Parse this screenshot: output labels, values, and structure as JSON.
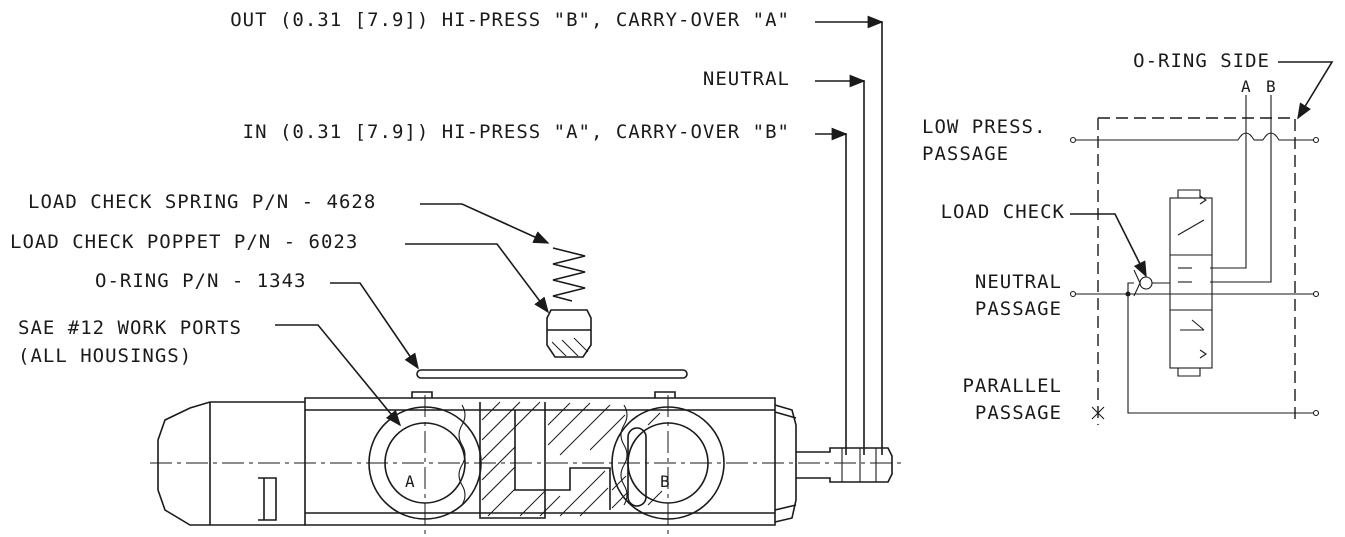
{
  "callouts": {
    "out": "OUT (0.31 [7.9]) HI-PRESS \"B\", CARRY-OVER \"A\"",
    "neutral": "NEUTRAL",
    "in": "IN (0.31 [7.9]) HI-PRESS \"A\", CARRY-OVER \"B\"",
    "spring": "LOAD CHECK SPRING P/N - 4628",
    "poppet": "LOAD CHECK POPPET P/N - 6023",
    "oring": "O-RING P/N - 1343",
    "work_ports_1": "SAE #12 WORK PORTS",
    "work_ports_2": "(ALL HOUSINGS)",
    "port_a": "A",
    "port_b": "B"
  },
  "schematic": {
    "oring_side": "O-RING SIDE",
    "a": "A",
    "b": "B",
    "low_press_1": "LOW PRESS.",
    "low_press_2": "PASSAGE",
    "load_check": "LOAD CHECK",
    "neutral_1": "NEUTRAL",
    "neutral_2": "PASSAGE",
    "parallel_1": "PARALLEL",
    "parallel_2": "PASSAGE"
  }
}
